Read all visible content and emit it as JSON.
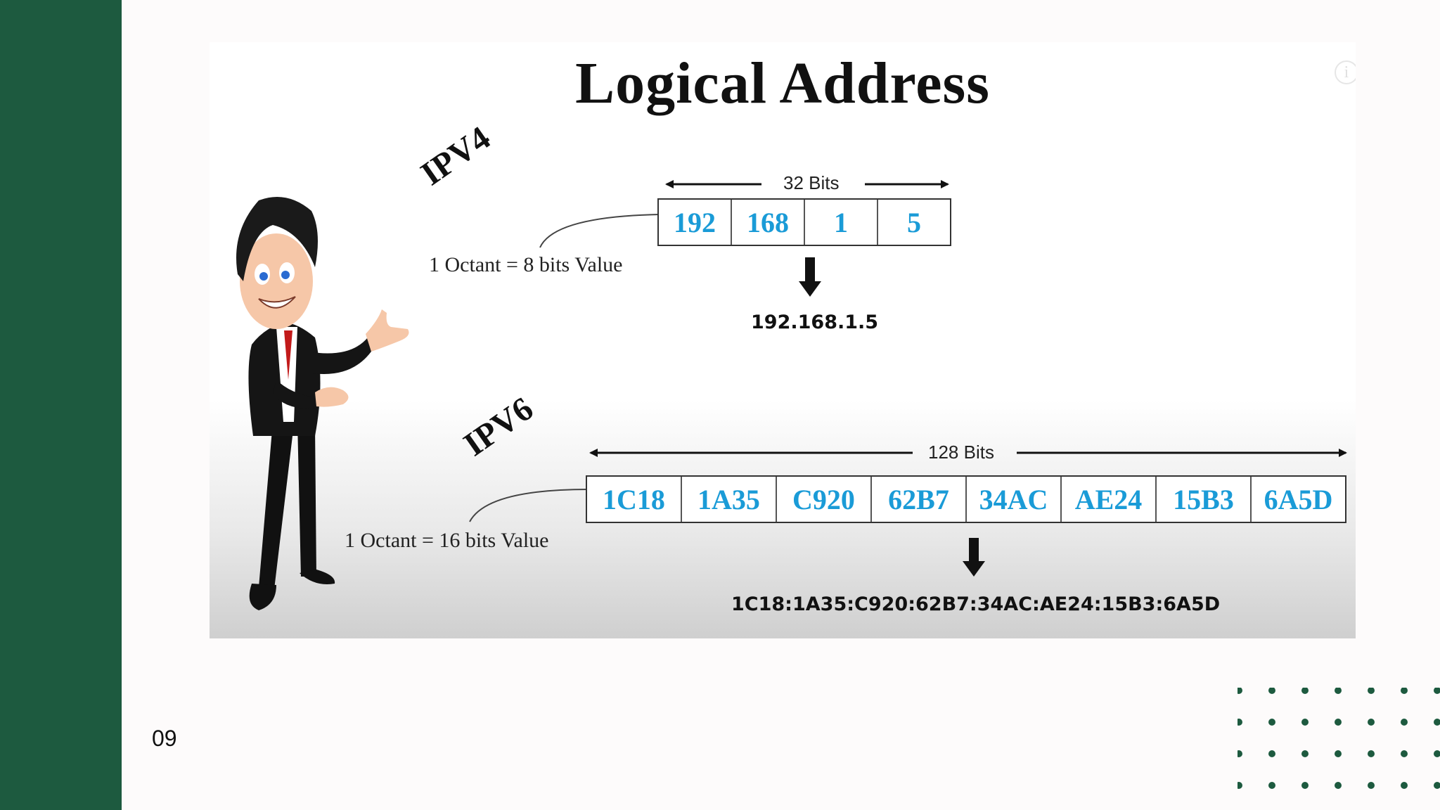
{
  "slide": {
    "title": "Logical Address",
    "page_number": "09"
  },
  "ipv4": {
    "label": "IPV4",
    "bits_label": "32 Bits",
    "octets": [
      "192",
      "168",
      "1",
      "5"
    ],
    "octant_note": "1 Octant = 8 bits Value",
    "result": "192.168.1.5"
  },
  "ipv6": {
    "label": "IPV6",
    "bits_label": "128 Bits",
    "octets": [
      "1C18",
      "1A35",
      "C920",
      "62B7",
      "34AC",
      "AE24",
      "15B3",
      "6A5D"
    ],
    "octant_note": "1 Octant = 16 bits Value",
    "result": "1C18:1A35:C920:62B7:34AC:AE24:15B3:6A5D"
  },
  "icons": {
    "info": "info-icon",
    "character": "businessman-illustration",
    "decoration": "dot-grid"
  },
  "colors": {
    "sidebar": "#1d5a3f",
    "octet_text": "#1a9bd7",
    "dot": "#1d5a3f"
  }
}
